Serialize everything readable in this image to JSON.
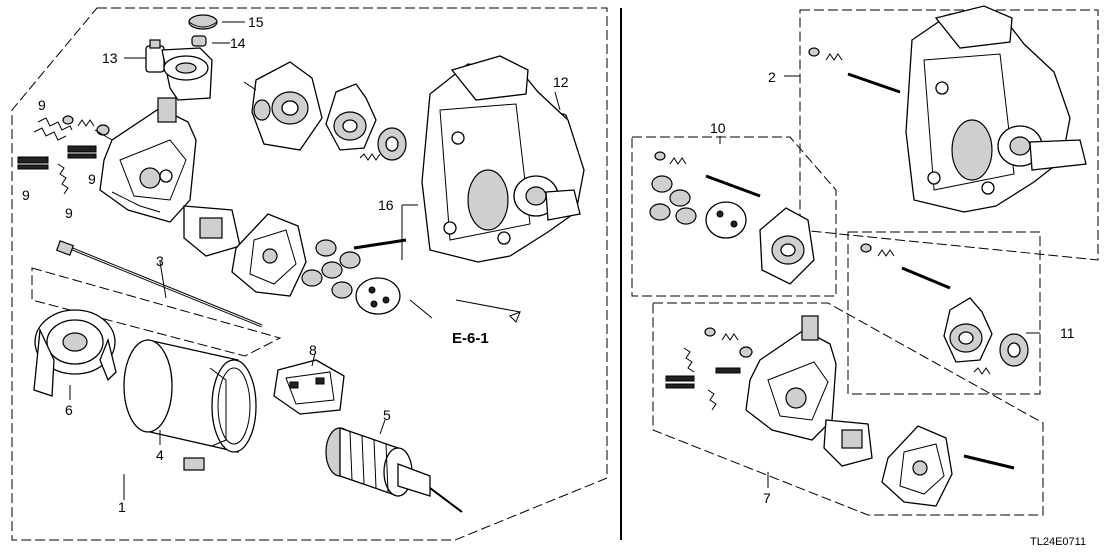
{
  "callouts": {
    "c1": "1",
    "c2": "2",
    "c3": "3",
    "c4": "4",
    "c5": "5",
    "c6": "6",
    "c7": "7",
    "c8": "8",
    "c9a": "9",
    "c9b": "9",
    "c9c": "9",
    "c9d": "9",
    "c10": "10",
    "c11": "11",
    "c12": "12",
    "c13": "13",
    "c14": "14",
    "c15": "15",
    "c16": "16"
  },
  "reference_label": "E-6-1",
  "diagram_code": "TL24E0711"
}
